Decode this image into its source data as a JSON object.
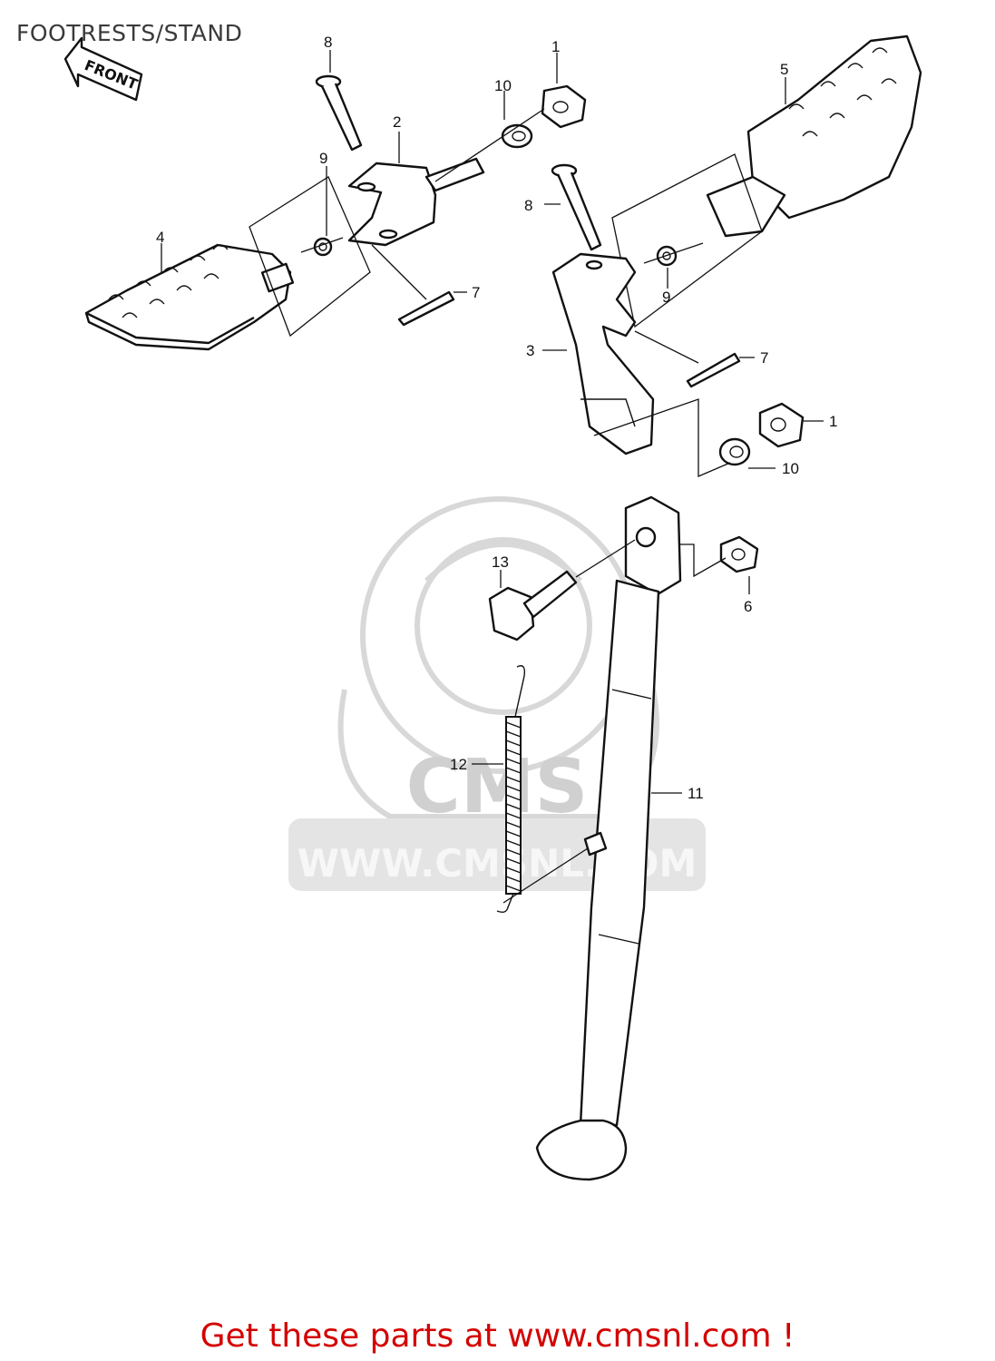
{
  "page": {
    "title": "FOOTRESTS/STAND"
  },
  "front_badge": {
    "label": "FRONT"
  },
  "watermark": {
    "brand": "CMS",
    "url": "WWW.CMSNL.COM"
  },
  "callouts": {
    "nut_right_top": "1",
    "nut_right_lower": "1",
    "bracket_left": "2",
    "bracket_right": "3",
    "footrest_left": "4",
    "footrest_right": "5",
    "nut_stand": "6",
    "cotter_left": "7",
    "cotter_right": "7",
    "pin_left": "8",
    "pin_right": "8",
    "spring_left": "9",
    "spring_right": "9",
    "washer_top": "10",
    "washer_lower": "10",
    "side_stand": "11",
    "stand_spring": "12",
    "stand_bolt": "13"
  },
  "footer": {
    "text": "Get these parts at www.cmsnl.com !"
  }
}
